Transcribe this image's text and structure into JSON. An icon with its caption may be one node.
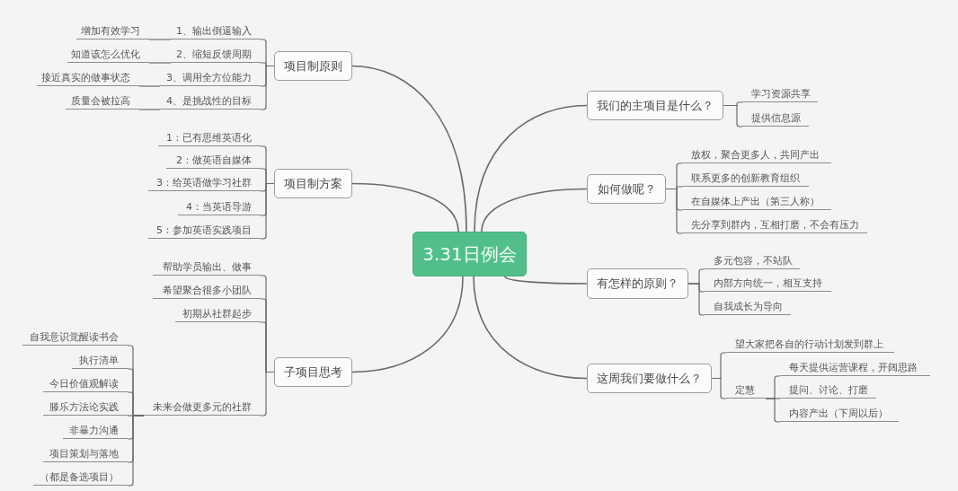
{
  "diagram": {
    "nodes": [
      {
        "text": [
          "3.31日例会"
        ]
      },
      {
        "text": [
          "项目制原则"
        ]
      },
      {
        "text": [
          "1、输出倒逼输入"
        ]
      },
      {
        "text": [
          "增加有效学习"
        ]
      },
      {
        "text": [
          "2、缩短反馈周期"
        ]
      },
      {
        "text": [
          "知道该怎么优化"
        ]
      },
      {
        "text": [
          "3、调用全方位能力"
        ]
      },
      {
        "text": [
          "接近真实的做事状态"
        ]
      },
      {
        "text": [
          "4、是挑战性的目标"
        ]
      },
      {
        "text": [
          "质量会被拉高"
        ]
      },
      {
        "text": [
          "项目制方案"
        ]
      },
      {
        "text": [
          "1：已有思维英语化"
        ]
      },
      {
        "text": [
          "2：做英语自媒体"
        ]
      },
      {
        "text": [
          "3：给英语做学习社群"
        ]
      },
      {
        "text": [
          "4：当英语导游"
        ]
      },
      {
        "text": [
          "5：参加英语实践项目"
        ]
      },
      {
        "text": [
          "子项目思考"
        ]
      },
      {
        "text": [
          "帮助学员输出、做事"
        ]
      },
      {
        "text": [
          "希望聚合很多小团队"
        ]
      },
      {
        "text": [
          "初期从社群起步"
        ]
      },
      {
        "text": [
          "未来会做更多元的社群"
        ]
      },
      {
        "text": [
          "自我意识觉醒读书会"
        ]
      },
      {
        "text": [
          "执行清单"
        ]
      },
      {
        "text": [
          "今日价值观解读"
        ]
      },
      {
        "text": [
          "滕乐方法论实践"
        ]
      },
      {
        "text": [
          "非暴力沟通"
        ]
      },
      {
        "text": [
          "项目策划与落地"
        ]
      },
      {
        "text": [
          "（都是备选项目）"
        ]
      },
      {
        "text": [
          "我们的主项目是什么？"
        ]
      },
      {
        "text": [
          "学习资源共享"
        ]
      },
      {
        "text": [
          "提供信息源"
        ]
      },
      {
        "text": [
          "如何做呢？"
        ]
      },
      {
        "text": [
          "放权，聚合更多人，共同产出"
        ]
      },
      {
        "text": [
          "联系更多的创新教育组织"
        ]
      },
      {
        "text": [
          "在自媒体上产出（第三人称）"
        ]
      },
      {
        "text": [
          "先分享到群内，互相打磨，不会有压力"
        ]
      },
      {
        "text": [
          "有怎样的原则？"
        ]
      },
      {
        "text": [
          "多元包容，不站队"
        ]
      },
      {
        "text": [
          "内部方向统一，相互支持"
        ]
      },
      {
        "text": [
          "自我成长为导向"
        ]
      },
      {
        "text": [
          "这周我们要做什么？"
        ]
      },
      {
        "text": [
          "望大家把各自的行动计划发到群上"
        ]
      },
      {
        "text": [
          "定慧"
        ]
      },
      {
        "text": [
          "每天提供运营课程，开阔思路"
        ]
      },
      {
        "text": [
          "提问、讨论、打磨"
        ]
      },
      {
        "text": [
          "内容产出（下周以后）"
        ]
      }
    ],
    "edges": [
      {
        "from": 0,
        "to": 1,
        "arrow": "none"
      },
      {
        "from": 0,
        "to": 10,
        "arrow": "none"
      },
      {
        "from": 0,
        "to": 16,
        "arrow": "none"
      },
      {
        "from": 0,
        "to": 28,
        "arrow": "none"
      },
      {
        "from": 0,
        "to": 31,
        "arrow": "none"
      },
      {
        "from": 0,
        "to": 36,
        "arrow": "none"
      },
      {
        "from": 0,
        "to": 40,
        "arrow": "none"
      },
      {
        "from": 1,
        "to": 2,
        "arrow": "none"
      },
      {
        "from": 1,
        "to": 4,
        "arrow": "none"
      },
      {
        "from": 1,
        "to": 6,
        "arrow": "none"
      },
      {
        "from": 1,
        "to": 8,
        "arrow": "none"
      },
      {
        "from": 2,
        "to": 3,
        "arrow": "none"
      },
      {
        "from": 4,
        "to": 5,
        "arrow": "none"
      },
      {
        "from": 6,
        "to": 7,
        "arrow": "none"
      },
      {
        "from": 8,
        "to": 9,
        "arrow": "none"
      },
      {
        "from": 10,
        "to": 11,
        "arrow": "none"
      },
      {
        "from": 10,
        "to": 12,
        "arrow": "none"
      },
      {
        "from": 10,
        "to": 13,
        "arrow": "none"
      },
      {
        "from": 10,
        "to": 14,
        "arrow": "none"
      },
      {
        "from": 10,
        "to": 15,
        "arrow": "none"
      },
      {
        "from": 16,
        "to": 17,
        "arrow": "none"
      },
      {
        "from": 16,
        "to": 18,
        "arrow": "none"
      },
      {
        "from": 16,
        "to": 19,
        "arrow": "none"
      },
      {
        "from": 16,
        "to": 20,
        "arrow": "none"
      },
      {
        "from": 20,
        "to": 21,
        "arrow": "none"
      },
      {
        "from": 20,
        "to": 22,
        "arrow": "none"
      },
      {
        "from": 20,
        "to": 23,
        "arrow": "none"
      },
      {
        "from": 20,
        "to": 24,
        "arrow": "none"
      },
      {
        "from": 20,
        "to": 25,
        "arrow": "none"
      },
      {
        "from": 20,
        "to": 26,
        "arrow": "none"
      },
      {
        "from": 20,
        "to": 27,
        "arrow": "none"
      },
      {
        "from": 28,
        "to": 29,
        "arrow": "none"
      },
      {
        "from": 28,
        "to": 30,
        "arrow": "none"
      },
      {
        "from": 31,
        "to": 32,
        "arrow": "none"
      },
      {
        "from": 31,
        "to": 33,
        "arrow": "none"
      },
      {
        "from": 31,
        "to": 34,
        "arrow": "none"
      },
      {
        "from": 31,
        "to": 35,
        "arrow": "none"
      },
      {
        "from": 36,
        "to": 37,
        "arrow": "none"
      },
      {
        "from": 36,
        "to": 38,
        "arrow": "none"
      },
      {
        "from": 36,
        "to": 39,
        "arrow": "none"
      },
      {
        "from": 40,
        "to": 41,
        "arrow": "none"
      },
      {
        "from": 40,
        "to": 42,
        "arrow": "none"
      },
      {
        "from": 42,
        "to": 43,
        "arrow": "none"
      },
      {
        "from": 42,
        "to": 44,
        "arrow": "none"
      },
      {
        "from": 42,
        "to": 45,
        "arrow": "none"
      }
    ]
  }
}
